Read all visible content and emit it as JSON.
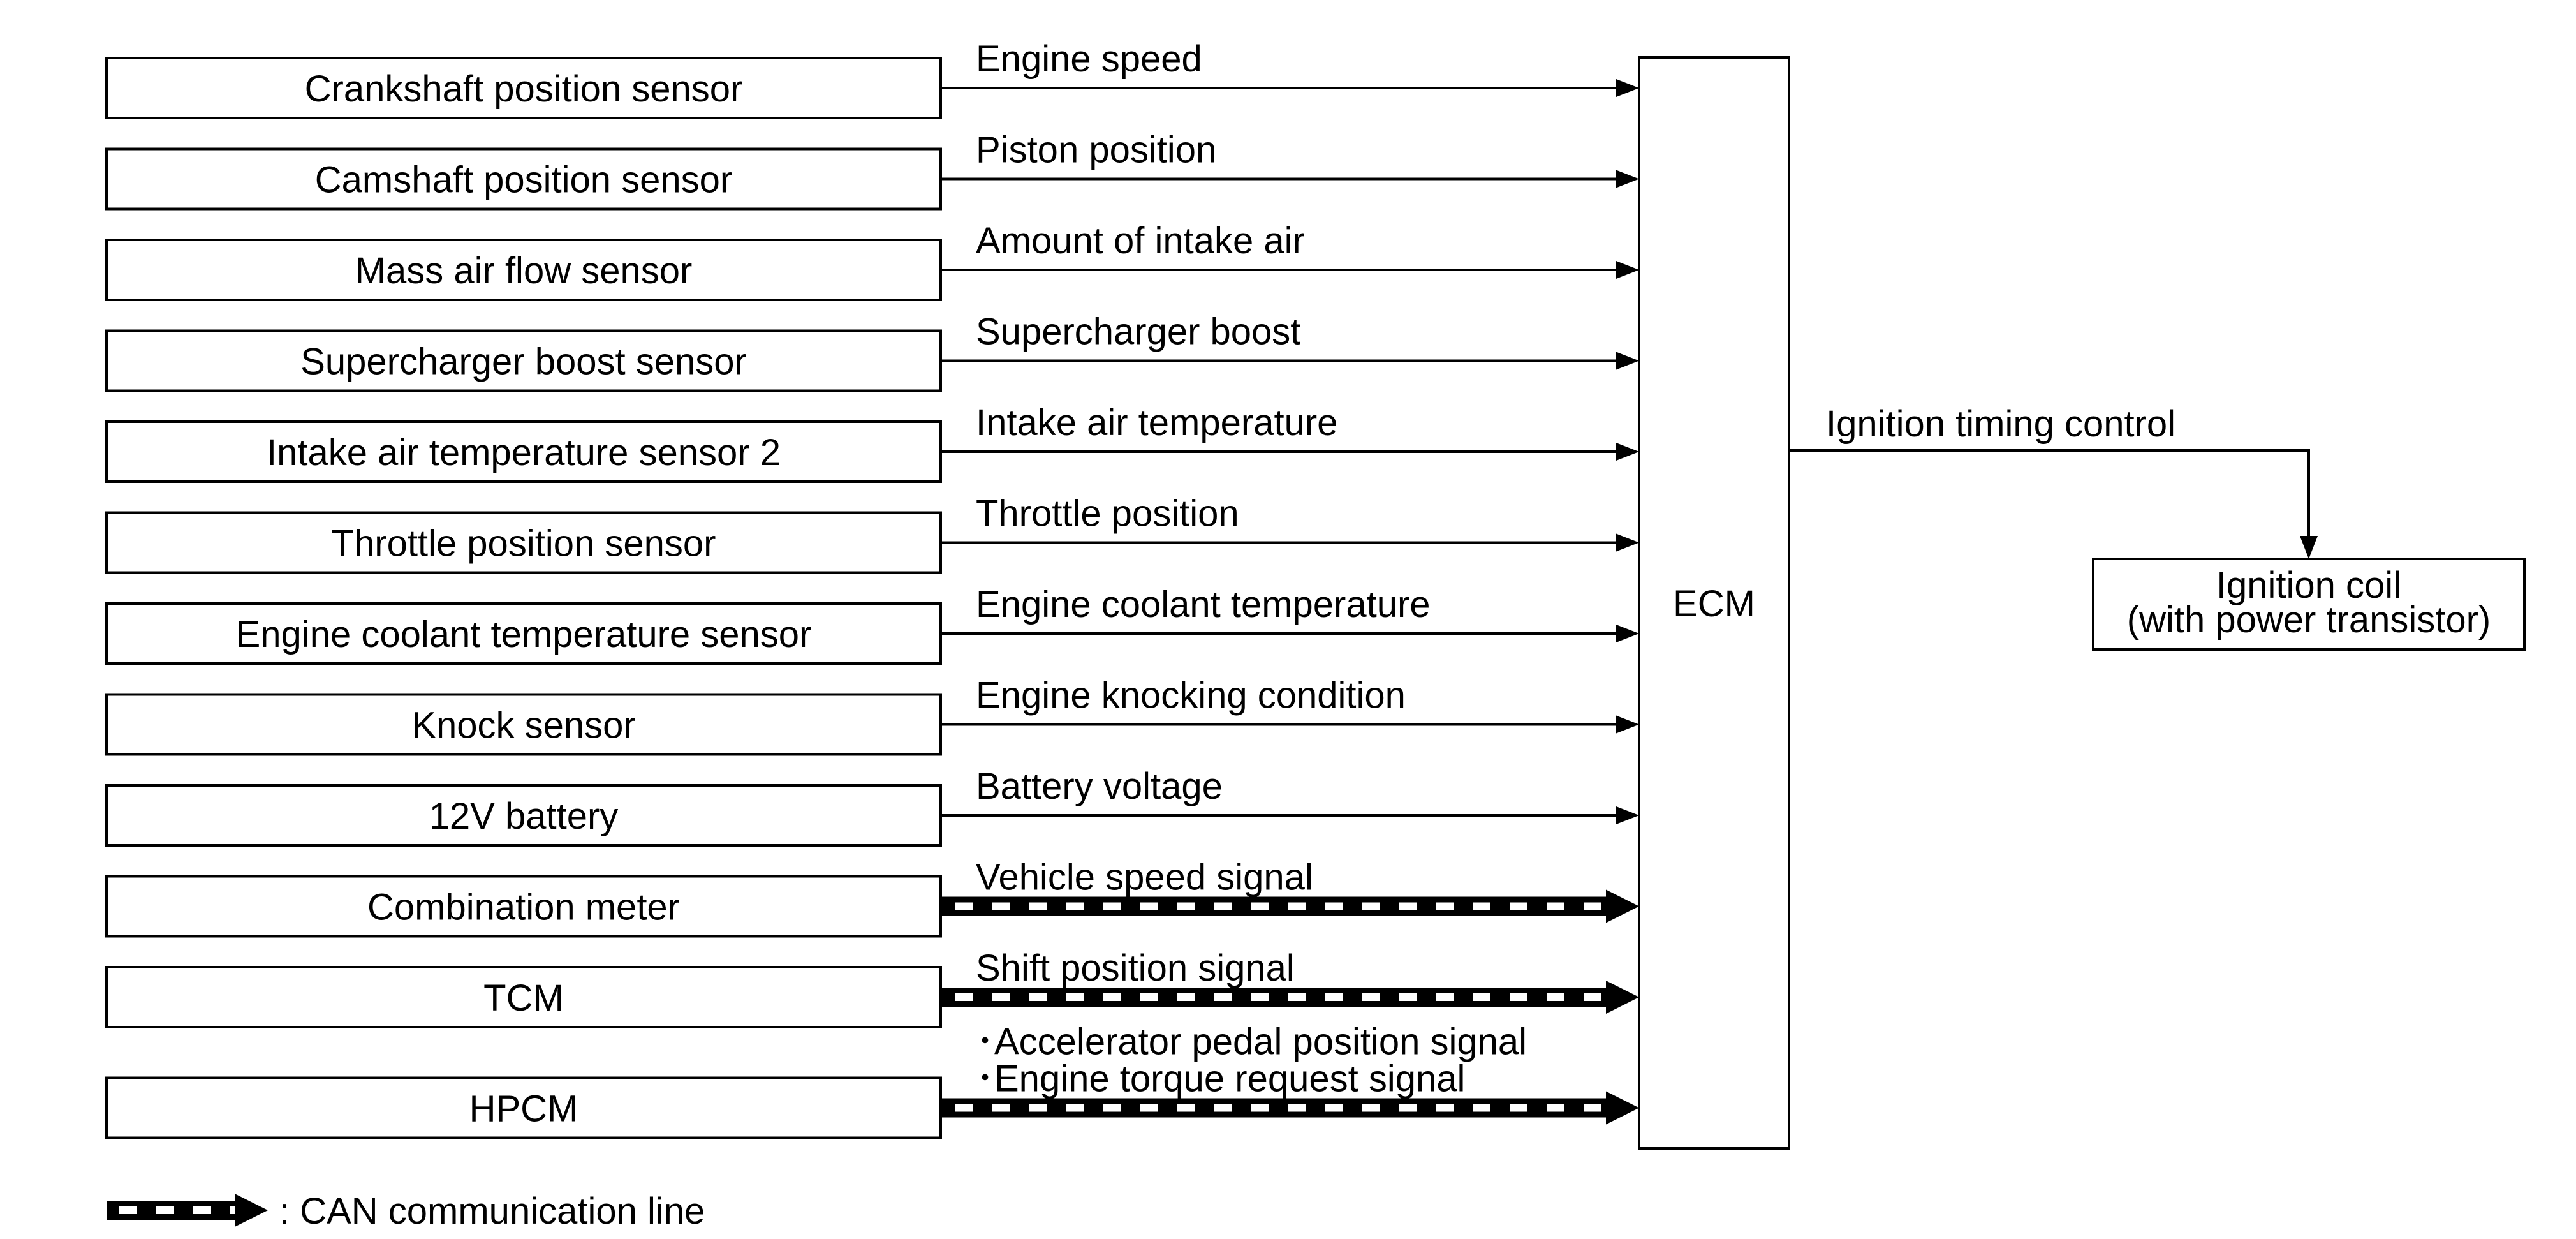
{
  "sensors": [
    {
      "label": "Crankshaft position sensor",
      "signal": [
        "Engine speed"
      ],
      "line": "wire"
    },
    {
      "label": "Camshaft position sensor",
      "signal": [
        "Piston position"
      ],
      "line": "wire"
    },
    {
      "label": "Mass air flow sensor",
      "signal": [
        "Amount of intake air"
      ],
      "line": "wire"
    },
    {
      "label": "Supercharger boost sensor",
      "signal": [
        "Supercharger boost"
      ],
      "line": "wire"
    },
    {
      "label": "Intake air temperature sensor 2",
      "signal": [
        "Intake air temperature"
      ],
      "line": "wire"
    },
    {
      "label": "Throttle position sensor",
      "signal": [
        "Throttle position"
      ],
      "line": "wire"
    },
    {
      "label": "Engine coolant temperature sensor",
      "signal": [
        "Engine coolant temperature"
      ],
      "line": "wire"
    },
    {
      "label": "Knock sensor",
      "signal": [
        "Engine knocking condition"
      ],
      "line": "wire"
    },
    {
      "label": "12V battery",
      "signal": [
        "Battery voltage"
      ],
      "line": "wire"
    },
    {
      "label": "Combination meter",
      "signal": [
        "Vehicle speed signal"
      ],
      "line": "can"
    },
    {
      "label": "TCM",
      "signal": [
        "Shift position signal"
      ],
      "line": "can"
    },
    {
      "label": "HPCM",
      "signal": [
        "･Accelerator pedal position signal",
        "･Engine torque request signal"
      ],
      "line": "can"
    }
  ],
  "ecm": {
    "label": "ECM"
  },
  "output": {
    "signal": "Ignition timing control",
    "actuator": [
      "Ignition coil",
      "(with power transistor)"
    ]
  },
  "legend": {
    "label": ": CAN communication line"
  },
  "colors": {
    "stroke": "#000000",
    "background": "#ffffff",
    "can_dash": "#ffffff"
  }
}
